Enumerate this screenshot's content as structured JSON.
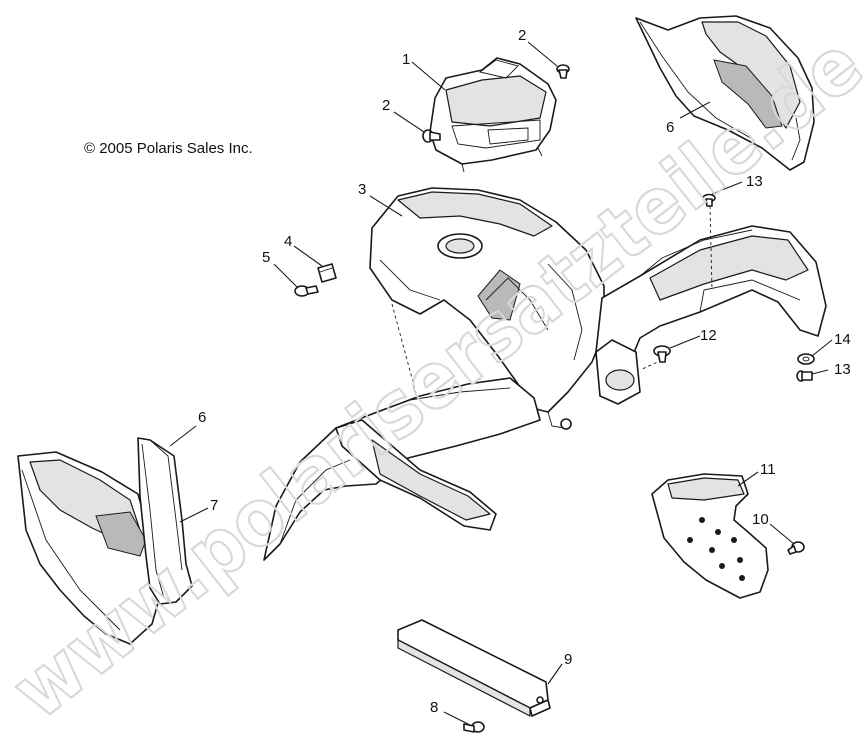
{
  "copyright": "© 2005 Polaris Sales Inc.",
  "watermark": "www.polarisersatzteile.de",
  "callouts": {
    "c1": "1",
    "c2a": "2",
    "c2b": "2",
    "c3": "3",
    "c4": "4",
    "c5": "5",
    "c6a": "6",
    "c6b": "6",
    "c7": "7",
    "c8": "8",
    "c9": "9",
    "c10": "10",
    "c11": "11",
    "c12": "12",
    "c13a": "13",
    "c13b": "13",
    "c14": "14"
  }
}
